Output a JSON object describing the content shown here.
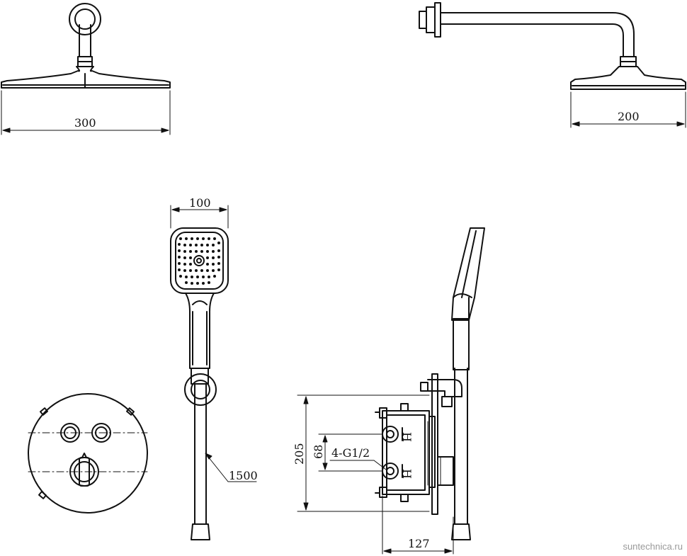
{
  "dimensions": {
    "shower_head_width_front": "300",
    "shower_head_width_side": "200",
    "hand_shower_width": "100",
    "hose_length": "1500",
    "box_height": "205",
    "inlet_spacing": "68",
    "thread_spec": "4-G1/2",
    "box_depth": "127"
  },
  "labels": {
    "hot_mark": "H"
  },
  "watermark": "suntechnica.ru"
}
